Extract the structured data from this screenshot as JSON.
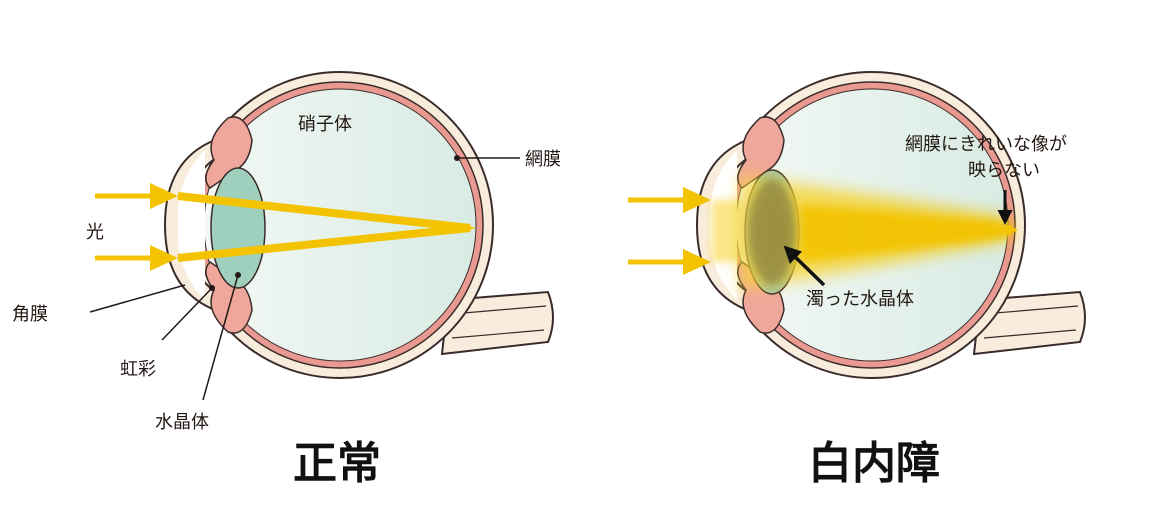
{
  "normal": {
    "title": "正常",
    "labels": {
      "vitreous": "硝子体",
      "retina": "網膜",
      "light": "光",
      "cornea": "角膜",
      "iris": "虹彩",
      "lens": "水晶体"
    }
  },
  "cataract": {
    "title": "白内障",
    "labels": {
      "retina_line1": "網膜にきれいな像が",
      "retina_line2": "映らない",
      "cloudy_lens": "濁った水晶体"
    }
  },
  "colors": {
    "light_ray": "#f3c300",
    "eye_outer": "#f8eddc",
    "retina_layer": "#e89a90",
    "vitreous": "#e4f0ea",
    "lens": "#9fcfbd",
    "iris": "#f0a79b",
    "outline": "#3a2b2b"
  }
}
